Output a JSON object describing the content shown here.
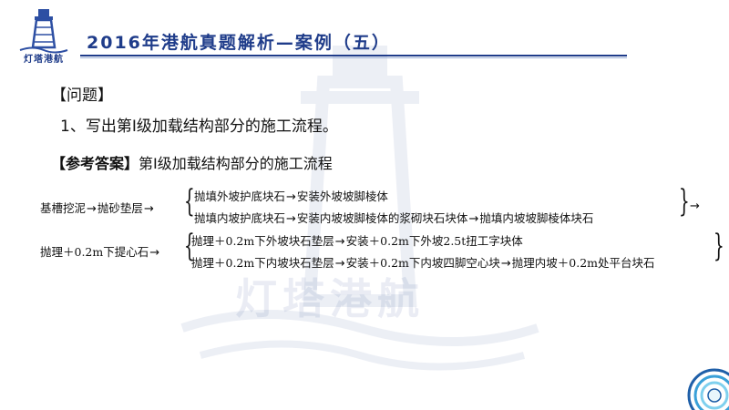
{
  "header": {
    "logo_text": "灯塔港航",
    "title": "2016年港航真题解析—案例（五）"
  },
  "watermark": {
    "text": "灯塔港航"
  },
  "question": {
    "label": "【问题】",
    "text": "1、写出第Ⅰ级加载结构部分的施工流程。"
  },
  "answer": {
    "label": "【参考答案】",
    "title": "第Ⅰ级加载结构部分的施工流程"
  },
  "flow": {
    "row1": {
      "lead": [
        "基槽挖泥",
        "抛砂垫层"
      ],
      "branch_top": [
        "抛填外坡护底块石",
        "安装外坡坡脚棱体"
      ],
      "branch_bottom": [
        "抛填内坡护底块石",
        "安装内坡坡脚棱体的浆砌块石块体",
        "抛填内坡坡脚棱体块石"
      ]
    },
    "row2": {
      "lead": "抛理＋0.2m下提心石",
      "branch_top": [
        "抛理＋0.2m下外坡块石垫层",
        "安装＋0.2m下外坡2.5t扭工字块体"
      ],
      "branch_bottom": [
        "抛理＋0.2m下内坡块石垫层",
        "安装＋0.2m下内坡四脚空心块",
        "抛理内坡＋0.2m处平台块石"
      ]
    },
    "arrow": "→"
  },
  "colors": {
    "brand": "#1f3c8a"
  },
  "icons": [
    "lighthouse-logo-icon",
    "swirl-corner-icon"
  ]
}
